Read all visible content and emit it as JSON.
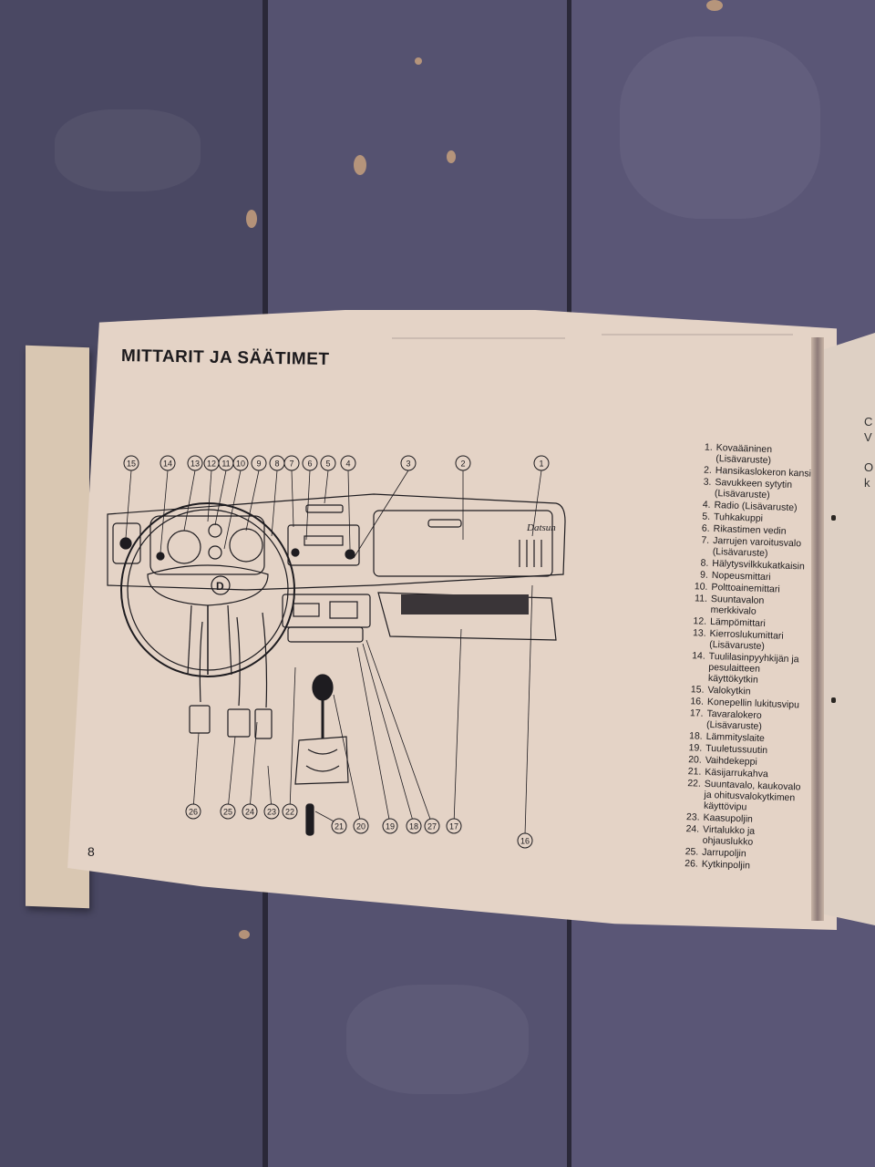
{
  "page": {
    "title": "MITTARIT JA SÄÄTIMET",
    "page_number": "8",
    "steering_logo": "D",
    "brand_script": "Datsun",
    "right_page_chars": [
      "C",
      "V",
      "O",
      "k"
    ]
  },
  "callouts": [
    "15",
    "14",
    "13",
    "12",
    "11",
    "10",
    "9",
    "8",
    "7",
    "6",
    "5",
    "4",
    "3",
    "2",
    "1",
    "26",
    "25",
    "24",
    "23",
    "22",
    "21",
    "20",
    "19",
    "18",
    "27",
    "17",
    "16"
  ],
  "legend": [
    {
      "num": "1.",
      "text": "Kovaääninen (Lisävaruste)"
    },
    {
      "num": "2.",
      "text": "Hansikaslokeron kansi"
    },
    {
      "num": "3.",
      "text": "Savukkeen sytytin (Lisävaruste)"
    },
    {
      "num": "4.",
      "text": "Radio (Lisävaruste)"
    },
    {
      "num": "5.",
      "text": "Tuhkakuppi"
    },
    {
      "num": "6.",
      "text": "Rikastimen vedin"
    },
    {
      "num": "7.",
      "text": "Jarrujen varoitusvalo (Lisävaruste)"
    },
    {
      "num": "8.",
      "text": "Hälytysvilkkukatkaisin"
    },
    {
      "num": "9.",
      "text": "Nopeusmittari"
    },
    {
      "num": "10.",
      "text": "Polttoainemittari"
    },
    {
      "num": "11.",
      "text": "Suuntavalon merkkivalo"
    },
    {
      "num": "12.",
      "text": "Lämpömittari"
    },
    {
      "num": "13.",
      "text": "Kierroslukumittari (Lisävaruste)"
    },
    {
      "num": "14.",
      "text": "Tuulilasinpyyhkijän ja pesulaitteen käyttökytkin"
    },
    {
      "num": "15.",
      "text": "Valokytkin"
    },
    {
      "num": "16.",
      "text": "Konepellin lukitusvipu"
    },
    {
      "num": "17.",
      "text": "Tavaralokero (Lisävaruste)"
    },
    {
      "num": "18.",
      "text": "Lämmityslaite"
    },
    {
      "num": "19.",
      "text": "Tuuletussuutin"
    },
    {
      "num": "20.",
      "text": "Vaihdekeppi"
    },
    {
      "num": "21.",
      "text": "Käsijarrukahva"
    },
    {
      "num": "22.",
      "text": "Suuntavalo, kaukovalo ja ohitusvalokytkimen käyttövipu"
    },
    {
      "num": "23.",
      "text": "Kaasupoljin"
    },
    {
      "num": "24.",
      "text": "Virtalukko ja ohjauslukko"
    },
    {
      "num": "25.",
      "text": "Jarrupoljin"
    },
    {
      "num": "26.",
      "text": "Kytkinpoljin"
    }
  ]
}
